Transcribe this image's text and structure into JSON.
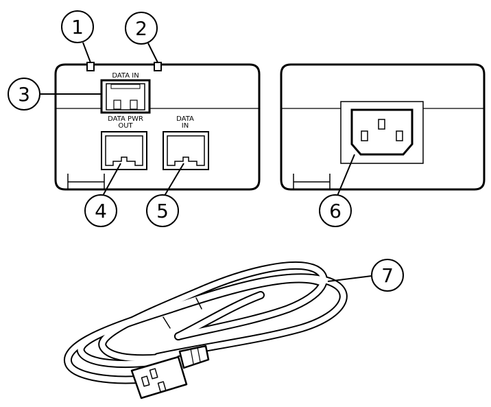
{
  "callouts": [
    {
      "id": "1",
      "label": "1"
    },
    {
      "id": "2",
      "label": "2"
    },
    {
      "id": "3",
      "label": "3"
    },
    {
      "id": "4",
      "label": "4"
    },
    {
      "id": "5",
      "label": "5"
    },
    {
      "id": "6",
      "label": "6"
    },
    {
      "id": "7",
      "label": "7"
    }
  ],
  "injector_front": {
    "top_port_label": "DATA IN",
    "left_port_label_line1": "DATA  PWR",
    "left_port_label_line2": "OUT",
    "right_port_label_line1": "DATA",
    "right_port_label_line2": "IN"
  }
}
